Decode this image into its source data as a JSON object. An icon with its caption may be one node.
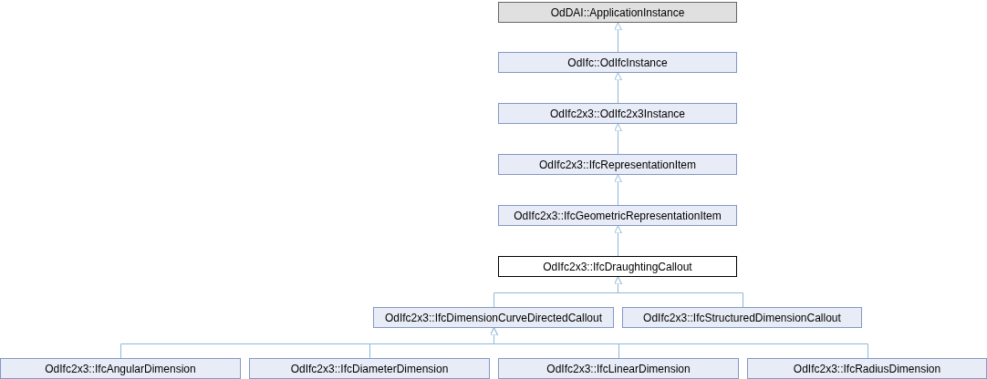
{
  "diagram": {
    "nodes": [
      {
        "text": [
          "OdDAI::ApplicationInstance"
        ]
      },
      {
        "text": [
          "OdIfc::OdIfcInstance"
        ]
      },
      {
        "text": [
          "OdIfc2x3::OdIfc2x3Instance"
        ]
      },
      {
        "text": [
          "OdIfc2x3::IfcRepresentationItem"
        ]
      },
      {
        "text": [
          "OdIfc2x3::IfcGeometricRepresentationItem"
        ]
      },
      {
        "text": [
          "OdIfc2x3::IfcDraughtingCallout"
        ]
      },
      {
        "text": [
          "OdIfc2x3::IfcDimensionCurveDirectedCallout"
        ]
      },
      {
        "text": [
          "OdIfc2x3::IfcStructuredDimensionCallout"
        ]
      },
      {
        "text": [
          "OdIfc2x3::IfcAngularDimension"
        ]
      },
      {
        "text": [
          "OdIfc2x3::IfcDiameterDimension"
        ]
      },
      {
        "text": [
          "OdIfc2x3::IfcLinearDimension"
        ]
      },
      {
        "text": [
          "OdIfc2x3::IfcRadiusDimension"
        ]
      }
    ],
    "edges": [
      {
        "from": 1,
        "to": 0,
        "arrow": "to"
      },
      {
        "from": 2,
        "to": 1,
        "arrow": "to"
      },
      {
        "from": 3,
        "to": 2,
        "arrow": "to"
      },
      {
        "from": 4,
        "to": 3,
        "arrow": "to"
      },
      {
        "from": 5,
        "to": 4,
        "arrow": "to"
      },
      {
        "from": 6,
        "to": 5,
        "arrow": "to"
      },
      {
        "from": 7,
        "to": 5,
        "arrow": "to"
      },
      {
        "from": 8,
        "to": 6,
        "arrow": "to"
      },
      {
        "from": 9,
        "to": 6,
        "arrow": "to"
      },
      {
        "from": 10,
        "to": 6,
        "arrow": "to"
      },
      {
        "from": 11,
        "to": 6,
        "arrow": "to"
      }
    ]
  }
}
